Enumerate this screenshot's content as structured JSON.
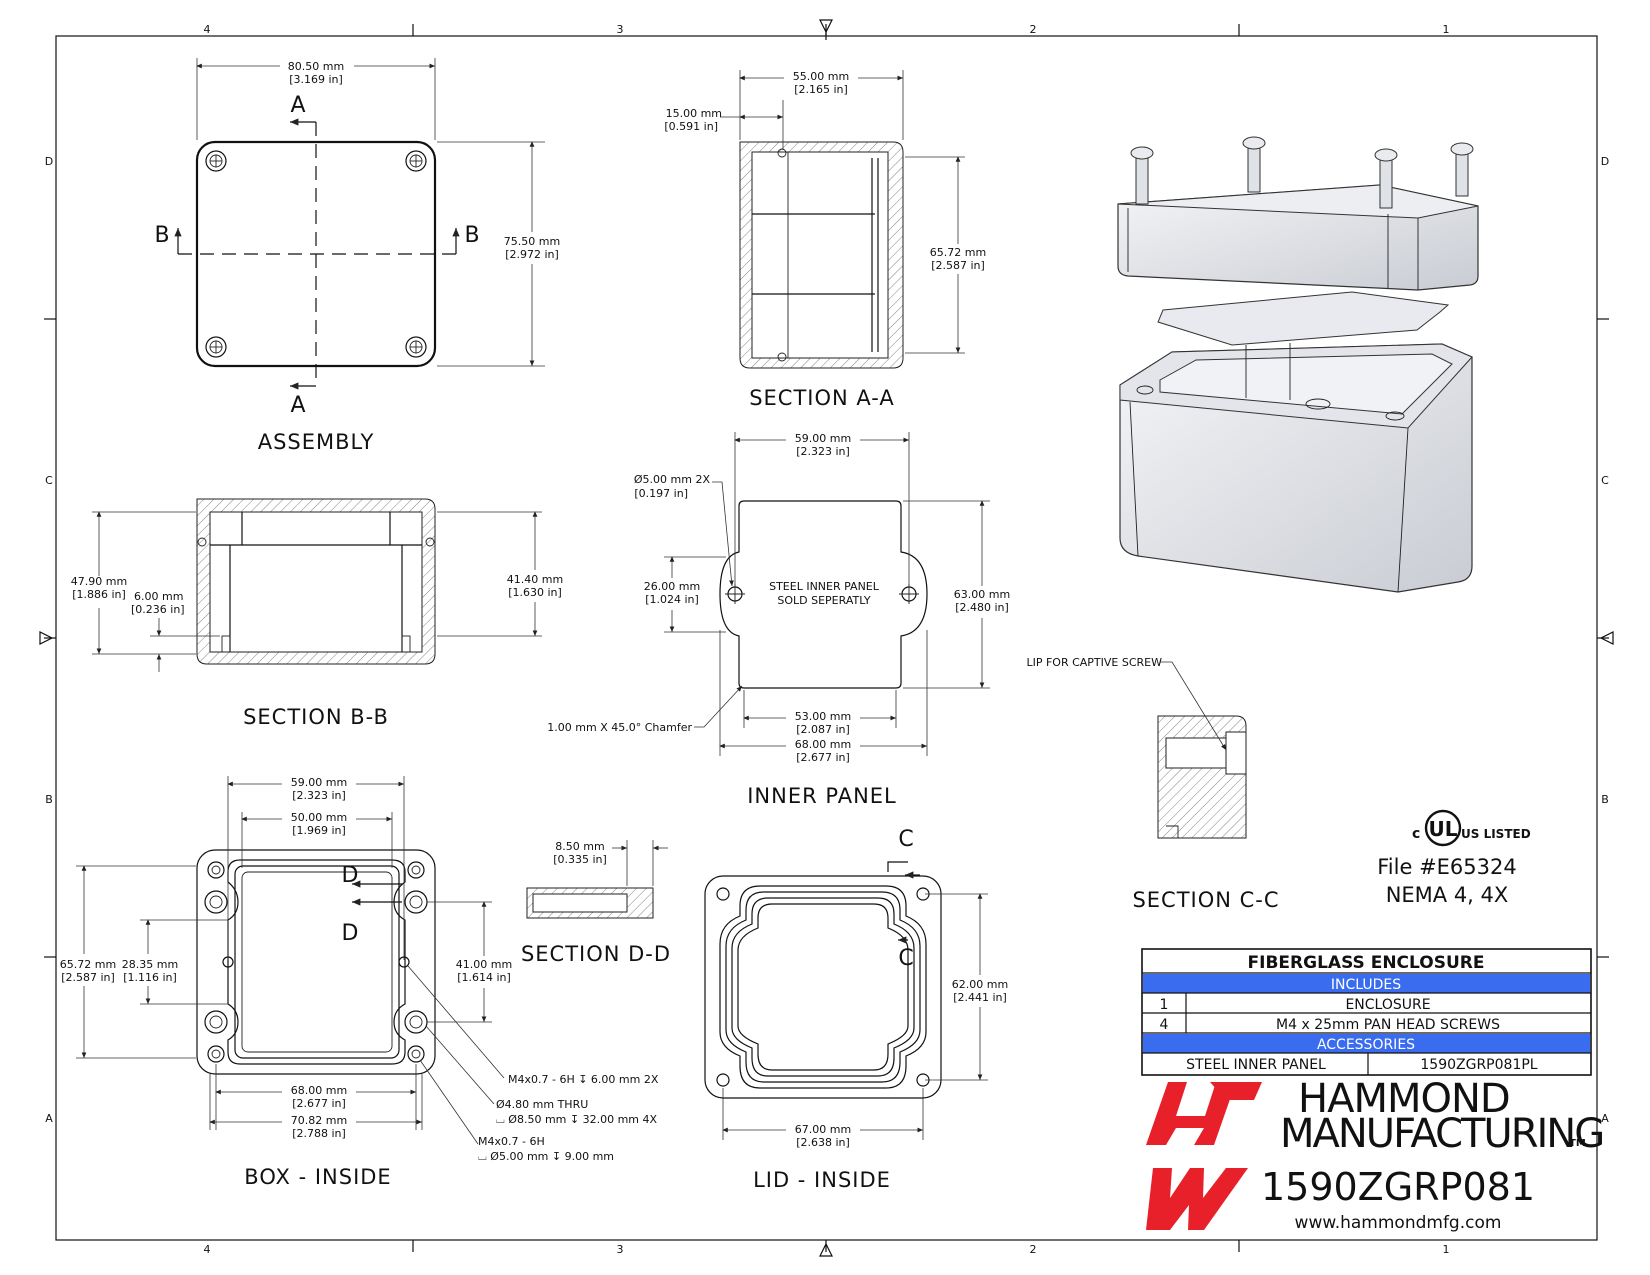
{
  "grid": {
    "columns": [
      "4",
      "3",
      "2",
      "1"
    ],
    "rows": [
      "D",
      "C",
      "B",
      "A"
    ]
  },
  "views": {
    "assembly": {
      "title": "ASSEMBLY",
      "width_mm": "80.50 mm",
      "width_in": "[3.169 in]",
      "height_mm": "75.50 mm",
      "height_in": "[2.972 in]",
      "cut_a": "A",
      "cut_b": "B"
    },
    "section_aa": {
      "title": "SECTION  A-A",
      "w_mm": "55.00 mm",
      "w_in": "[2.165 in]",
      "off_mm": "15.00 mm",
      "off_in": "[0.591 in]",
      "h_mm": "65.72 mm",
      "h_in": "[2.587 in]"
    },
    "section_bb": {
      "title": "SECTION  B-B",
      "h_mm": "47.90 mm",
      "h_in": "[1.886 in]",
      "base_mm": "6.00 mm",
      "base_in": "[0.236 in]",
      "inner_mm": "41.40 mm",
      "inner_in": "[1.630 in]"
    },
    "inner_panel": {
      "title": "INNER PANEL",
      "note_1": "STEEL INNER PANEL",
      "note_2": "SOLD SEPERATLY",
      "top_mm": "59.00 mm",
      "top_in": "[2.323 in]",
      "hole_mm": "Ø5.00 mm 2X",
      "hole_in": "[0.197 in]",
      "hole_sp_mm": "26.00 mm",
      "hole_sp_in": "[1.024 in]",
      "h_mm": "63.00 mm",
      "h_in": "[2.480 in]",
      "bot1_mm": "53.00 mm",
      "bot1_in": "[2.087 in]",
      "bot2_mm": "68.00 mm",
      "bot2_in": "[2.677 in]",
      "chamfer": "1.00 mm X 45.0° Chamfer"
    },
    "section_cc": {
      "title": "SECTION  C-C",
      "lip_note": "LIP FOR CAPTIVE SCREW"
    },
    "box_inside": {
      "title": "BOX - INSIDE",
      "top1_mm": "59.00 mm",
      "top1_in": "[2.323 in]",
      "top2_mm": "50.00 mm",
      "top2_in": "[1.969 in]",
      "left1_mm": "65.72 mm",
      "left1_in": "[2.587 in]",
      "left2_mm": "28.35 mm",
      "left2_in": "[1.116 in]",
      "right_mm": "41.00 mm",
      "right_in": "[1.614 in]",
      "bot1_mm": "68.00 mm",
      "bot1_in": "[2.677 in]",
      "bot2_mm": "70.82 mm",
      "bot2_in": "[2.788 in]",
      "note1": "M4x0.7 - 6H ↧ 6.00 mm 2X",
      "note2a": "Ø4.80 mm THRU",
      "note2b": "⌴ Ø8.50 mm ↧ 32.00 mm 4X",
      "note3a": "M4x0.7 - 6H",
      "note3b": "⌴ Ø5.00 mm ↧ 9.00 mm",
      "cut_d": "D"
    },
    "section_dd": {
      "title": "SECTION  D-D",
      "w_mm": "8.50 mm",
      "w_in": "[0.335 in]"
    },
    "lid_inside": {
      "title": "LID - INSIDE",
      "h_mm": "62.00 mm",
      "h_in": "[2.441 in]",
      "w_mm": "67.00 mm",
      "w_in": "[2.638 in]",
      "cut_c": "C"
    }
  },
  "certification": {
    "ul_mark": "UL",
    "ul_prefix": "c",
    "ul_listed": "US LISTED",
    "file": "File #E65324",
    "nema": "NEMA 4, 4X"
  },
  "title_block": {
    "heading": "FIBERGLASS ENCLOSURE",
    "includes_label": "INCLUDES",
    "includes": [
      {
        "qty": "1",
        "item": "ENCLOSURE"
      },
      {
        "qty": "4",
        "item": "M4 x 25mm PAN HEAD SCREWS"
      }
    ],
    "accessories_label": "ACCESSORIES",
    "accessory_name": "STEEL INNER PANEL",
    "accessory_part": "1590ZGRP081PL",
    "accent_color": "#3a6cf0",
    "brand_color": "#e8202a"
  },
  "brand": {
    "line1": "HAMMOND",
    "line2": "MANUFACTURING",
    "tm": "TM",
    "part_number": "1590ZGRP081",
    "website": "www.hammondmfg.com"
  }
}
